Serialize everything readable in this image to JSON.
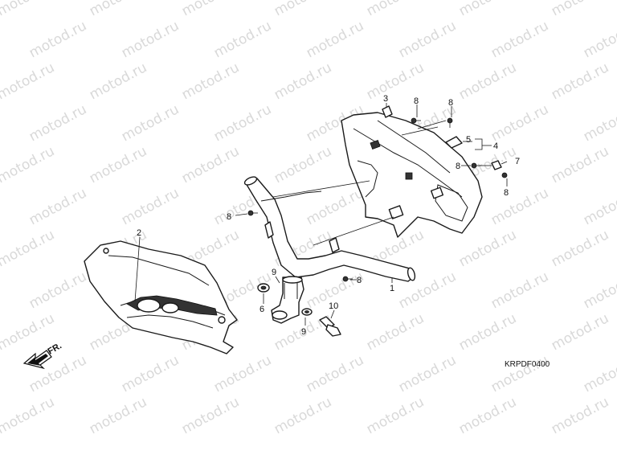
{
  "watermark": "motod.ru",
  "diagram_code": "KRPDF0400",
  "direction_label": "FR.",
  "callouts": {
    "c1": "1",
    "c2": "2",
    "c3": "3",
    "c4": "4",
    "c5": "5",
    "c6": "6",
    "c7": "7",
    "c8a": "8",
    "c8b": "8",
    "c8c": "8",
    "c8d": "8",
    "c8e": "8",
    "c8f": "8",
    "c9a": "9",
    "c9b": "9",
    "c10": "10"
  }
}
